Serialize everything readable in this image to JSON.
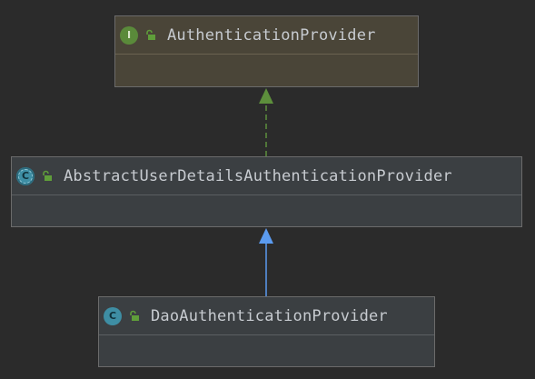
{
  "diagram": {
    "nodes": [
      {
        "id": "authentication-provider",
        "kind": "interface",
        "badge": "I",
        "visibility": "public",
        "name": "AuthenticationProvider"
      },
      {
        "id": "abstract-user-details",
        "kind": "abstract-class",
        "badge": "C",
        "visibility": "public",
        "name": "AbstractUserDetailsAuthenticationProvider"
      },
      {
        "id": "dao-authentication-provider",
        "kind": "class",
        "badge": "C",
        "visibility": "public",
        "name": "DaoAuthenticationProvider"
      }
    ],
    "edges": [
      {
        "from": "abstract-user-details",
        "to": "authentication-provider",
        "relation": "implements",
        "color": "#5d8f3c",
        "style": "dashed"
      },
      {
        "from": "dao-authentication-provider",
        "to": "abstract-user-details",
        "relation": "extends",
        "color": "#5b9bf0",
        "style": "solid"
      }
    ],
    "colors": {
      "background": "#2b2b2b",
      "interface_fill": "#4a4538",
      "class_fill": "#3b3f42",
      "text": "#c7cbd0",
      "lock_icon": "#5f9e3a"
    }
  }
}
